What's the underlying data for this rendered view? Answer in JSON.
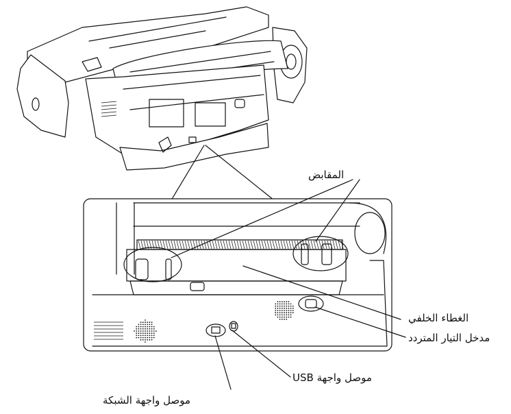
{
  "labels": {
    "handles": "المقابض",
    "rear_cover": "الغطاء الخلفي",
    "ac_inlet": "مدخل التيار المتردد",
    "usb_connector": "موصل واجهة USB",
    "network_connector": "موصل واجهة الشبكة"
  },
  "colors": {
    "ink": "#111111",
    "paper": "#ffffff"
  },
  "icons": [
    "printer-rear-illustration",
    "speaker-grille-icon",
    "power-socket-icon",
    "usb-port-icon",
    "network-port-icon"
  ]
}
